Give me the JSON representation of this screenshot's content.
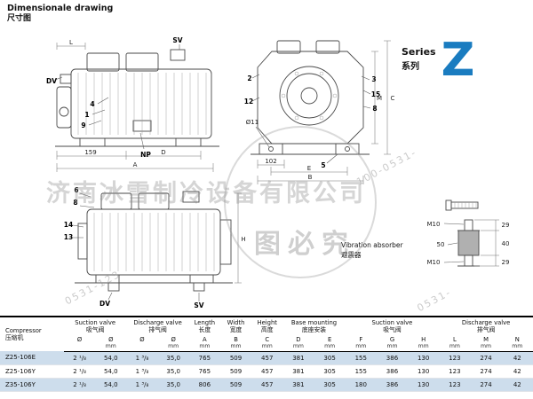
{
  "header": {
    "title_en": "Dimensionale drawing",
    "title_zh": "尺寸图"
  },
  "series": {
    "label_en": "Series",
    "label_zh": "系列",
    "letter": "Z",
    "color": "#1a7cc0"
  },
  "drawings": {
    "side_view": {
      "labels": {
        "L": "L",
        "SV": "SV",
        "DV": "DV",
        "b4": "4",
        "b1": "1",
        "b9": "9",
        "NP": "NP",
        "d159": "159",
        "D": "D",
        "A": "A"
      }
    },
    "front_view": {
      "labels": {
        "b2": "2",
        "b12": "12",
        "b3": "3",
        "b15": "15",
        "b8": "8",
        "dia": "Ø11",
        "d102": "102",
        "b5": "5",
        "E": "E",
        "B": "B",
        "M": "M",
        "C": "C"
      }
    },
    "rear_view": {
      "labels": {
        "b6": "6",
        "b8": "8",
        "b14": "14",
        "b13": "13",
        "DV": "DV",
        "SV": "SV",
        "H": "H"
      }
    },
    "vibration_absorber": {
      "title_en": "Vibration absorber",
      "title_zh": "避震器",
      "labels": {
        "m10_top": "M10",
        "d29_top": "29",
        "d50": "50",
        "d40": "40",
        "m10_bottom": "M10",
        "d29_bottom": "29"
      }
    }
  },
  "watermark": {
    "company": "济南冰雪制冷设备有限公司",
    "seal_caption": "图必究",
    "phones": [
      "0531-123",
      "100-0531-",
      "0531-"
    ]
  },
  "table": {
    "col_groups": [
      {
        "en": "Compressor",
        "zh": "压缩机",
        "span": 1
      },
      {
        "en": "Suction valve",
        "zh": "吸气阀",
        "span": 2
      },
      {
        "en": "Discharge valve",
        "zh": "排气阀",
        "span": 2
      },
      {
        "en": "Length",
        "zh": "长度",
        "span": 1
      },
      {
        "en": "Width",
        "zh": "宽度",
        "span": 1
      },
      {
        "en": "Height",
        "zh": "高度",
        "span": 1
      },
      {
        "en": "Base mounting",
        "zh": "底座安装",
        "span": 2
      },
      {
        "en": "Suction valve",
        "zh": "吸气阀",
        "span": 3
      },
      {
        "en": "Discharge valve",
        "zh": "排气阀",
        "span": 3
      }
    ],
    "sub_headers": [
      "Ø",
      "Ø",
      "Ø",
      "Ø",
      "A",
      "B",
      "C",
      "D",
      "E",
      "F",
      "G",
      "H",
      "L",
      "M",
      "N"
    ],
    "units": [
      "",
      "mm",
      "",
      "mm",
      "mm",
      "mm",
      "mm",
      "mm",
      "mm",
      "mm",
      "mm",
      "mm",
      "mm",
      "mm",
      "mm"
    ],
    "rows": [
      {
        "name": "Z25-106E",
        "highlight": true,
        "values": [
          "2 ¹/₈",
          "54,0",
          "1 ³/₈",
          "35,0",
          "765",
          "509",
          "457",
          "381",
          "305",
          "155",
          "386",
          "130",
          "123",
          "274",
          "42"
        ]
      },
      {
        "name": "Z25-106Y",
        "highlight": false,
        "values": [
          "2 ¹/₈",
          "54,0",
          "1 ³/₈",
          "35,0",
          "765",
          "509",
          "457",
          "381",
          "305",
          "155",
          "386",
          "130",
          "123",
          "274",
          "42"
        ]
      },
      {
        "name": "Z35-106Y",
        "highlight": true,
        "values": [
          "2 ¹/₈",
          "54,0",
          "1 ³/₈",
          "35,0",
          "806",
          "509",
          "457",
          "381",
          "305",
          "180",
          "386",
          "130",
          "123",
          "274",
          "42"
        ]
      }
    ]
  }
}
